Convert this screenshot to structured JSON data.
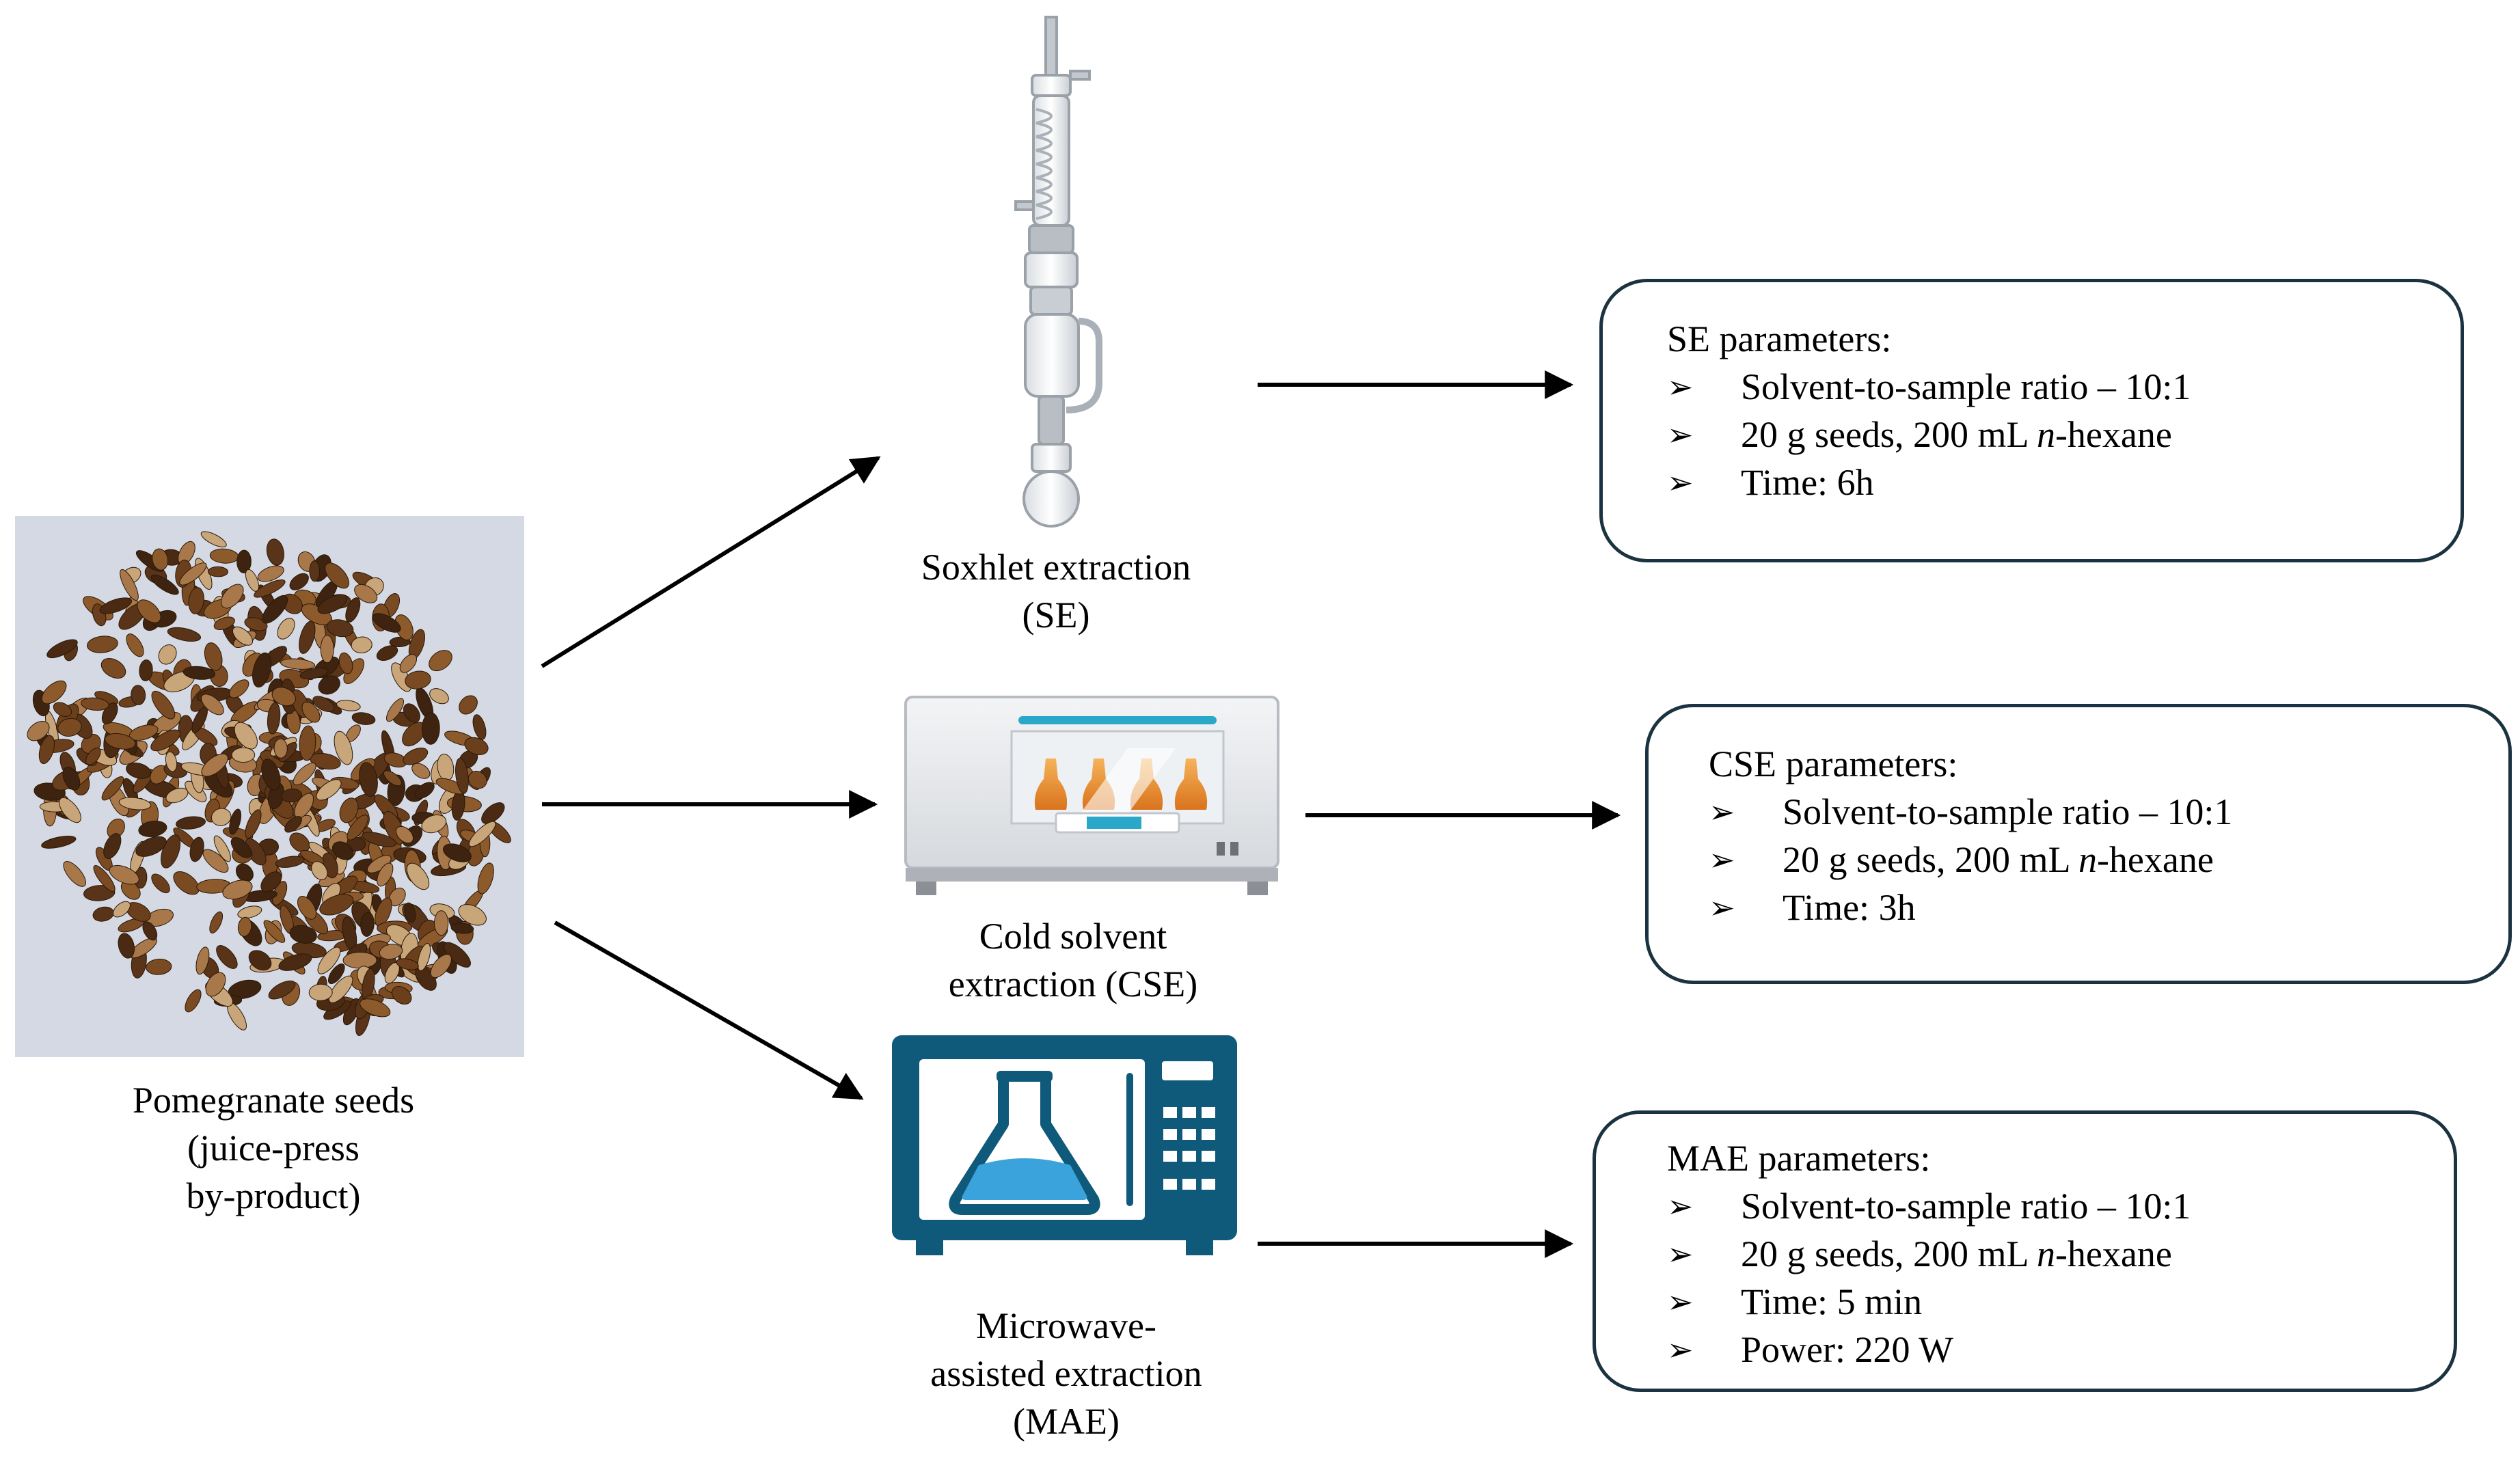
{
  "source": {
    "caption_lines": [
      "Pomegranate seeds",
      "(juice-press",
      "by-product)"
    ]
  },
  "methods": [
    {
      "id": "se",
      "caption_lines": [
        "Soxhlet extraction",
        "(SE)"
      ],
      "params": {
        "heading": "SE parameters:",
        "items": [
          {
            "text": "Solvent-to-sample ratio – 10:1"
          },
          {
            "pre": "20 g seeds, 200 mL ",
            "italic": "n",
            "post": "-hexane"
          },
          {
            "text": "Time: 6h"
          }
        ]
      }
    },
    {
      "id": "cse",
      "caption_lines": [
        "Cold solvent",
        "extraction (CSE)"
      ],
      "params": {
        "heading": "CSE parameters:",
        "items": [
          {
            "text": "Solvent-to-sample ratio – 10:1"
          },
          {
            "pre": "20 g seeds, 200 mL ",
            "italic": "n",
            "post": "-hexane"
          },
          {
            "text": "Time: 3h"
          }
        ]
      }
    },
    {
      "id": "mae",
      "caption_lines": [
        "Microwave-",
        "assisted extraction",
        "(MAE)"
      ],
      "params": {
        "heading": "MAE parameters:",
        "items": [
          {
            "text": "Solvent-to-sample ratio – 10:1"
          },
          {
            "pre": "20 g seeds, 200 mL ",
            "italic": "n",
            "post": "-hexane"
          },
          {
            "text": "Time: 5 min"
          },
          {
            "text": "Power: 220 W"
          }
        ]
      }
    }
  ],
  "bullet_glyph": "➢",
  "colors": {
    "box_border": "#1b3340",
    "microwave_body": "#0f5a7a",
    "flask_liquid": "#3aa3dc",
    "seed_dark": "#5a3418",
    "seed_light": "#c9a57a",
    "shaker_accent": "#2aa7c9"
  }
}
